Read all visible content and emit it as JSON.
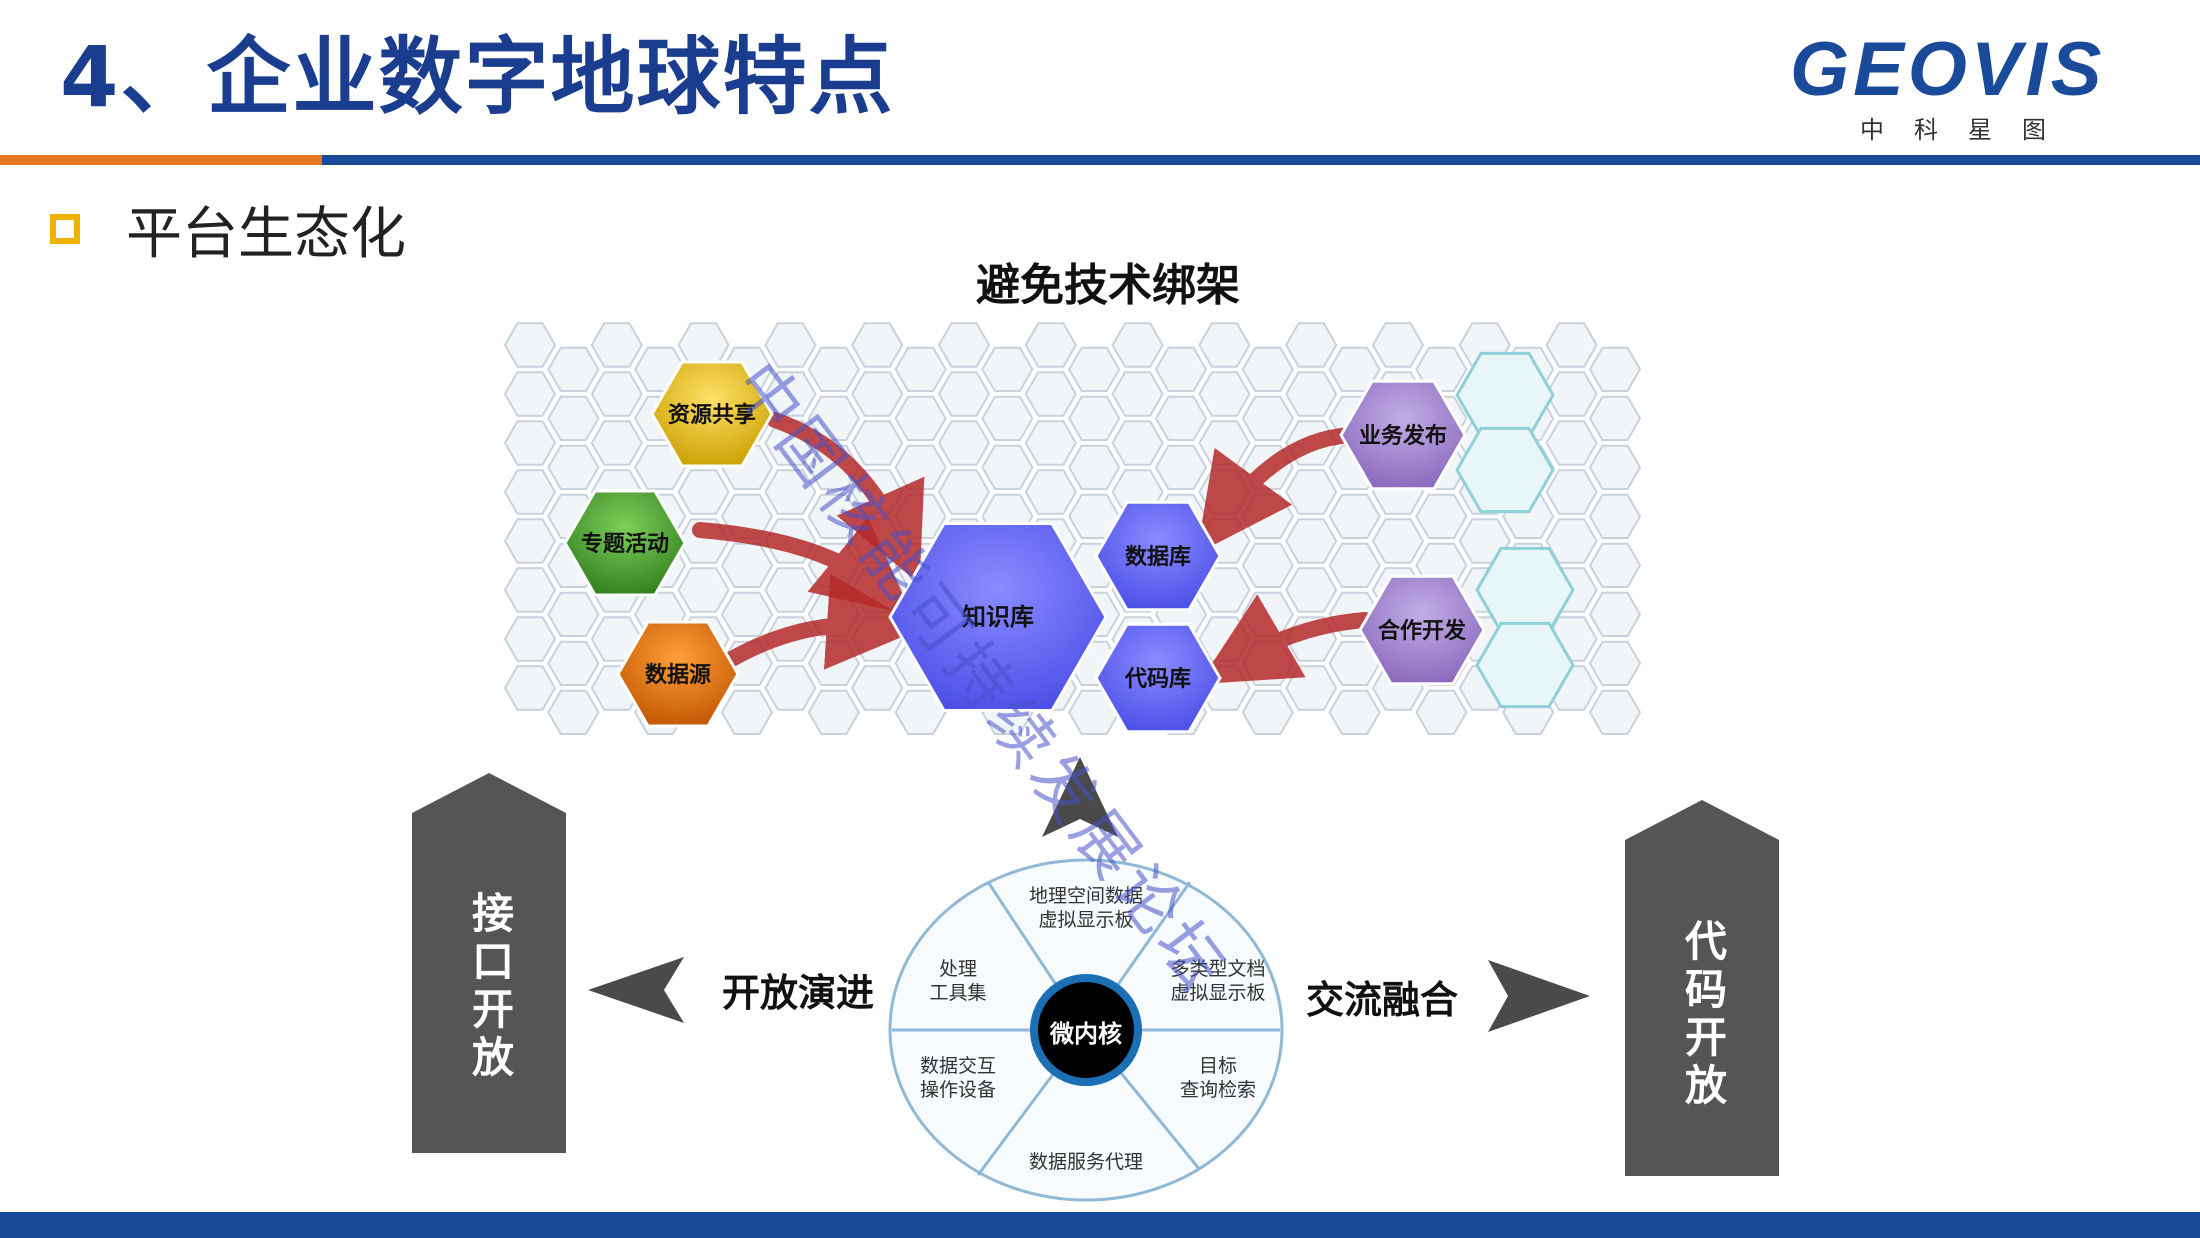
{
  "header": {
    "title": "4、企业数字地球特点",
    "logo_text": "GEOVIS",
    "logo_subtitle": "中科星图"
  },
  "section": {
    "subtitle": "平台生态化"
  },
  "diagram": {
    "top_title": "避免技术绑架",
    "left_hexes": [
      "资源共享",
      "专题活动",
      "数据源"
    ],
    "center_hexes": [
      "知识库",
      "数据库",
      "代码库"
    ],
    "right_hexes": [
      "业务发布",
      "合作开发"
    ],
    "wheel": {
      "center": "微内核",
      "segments": [
        "地理空间数据\n虚拟显示板",
        "多类型文档\n虚拟显示板",
        "目标\n查询检索",
        "数据服务代理",
        "数据交互\n操作设备",
        "处理\n工具集"
      ]
    },
    "left_label": "开放演进",
    "right_label": "交流融合",
    "left_panel": "接口开放",
    "right_panel": "代码开放"
  },
  "watermark": "中国核能可持续发展论坛",
  "colors": {
    "title_blue": "#1a3d8f",
    "accent_orange": "#e87722",
    "bar_blue": "#1a4a9a",
    "bullet_yellow": "#f0b400",
    "hex_blue": "#5b5cf0",
    "panel_gray": "#555555"
  }
}
